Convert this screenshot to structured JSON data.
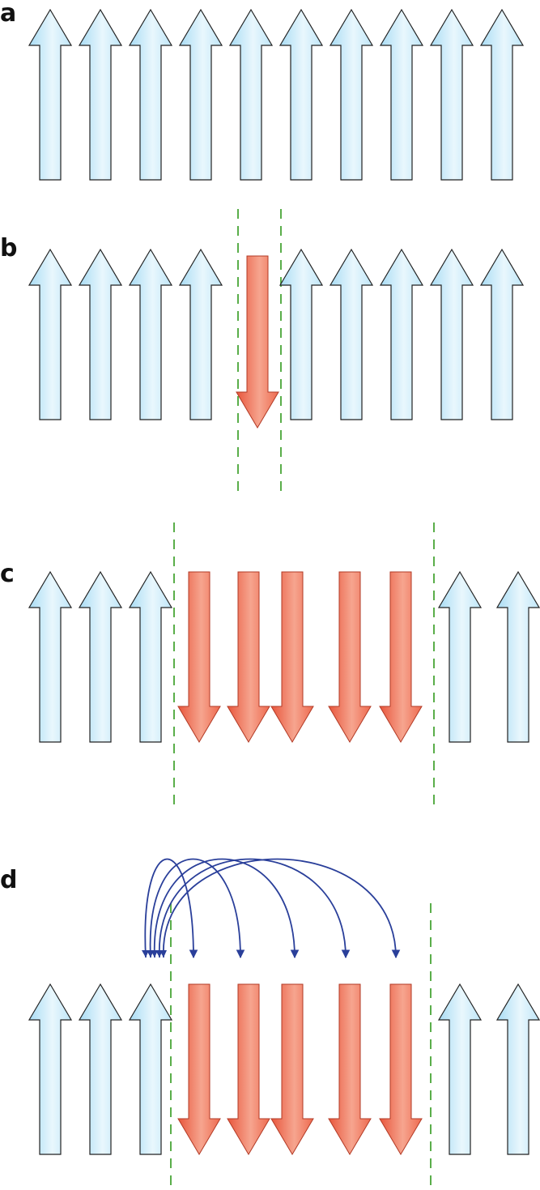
{
  "panels": [
    {
      "label": "a",
      "arrows": [
        "up",
        "up",
        "up",
        "up",
        "up",
        "up",
        "up",
        "up",
        "up",
        "up"
      ],
      "flipped_region": null,
      "interactions": false
    },
    {
      "label": "b",
      "arrows": [
        "up",
        "up",
        "up",
        "up",
        "down",
        "up",
        "up",
        "up",
        "up",
        "up"
      ],
      "flipped_region": "single",
      "interactions": false
    },
    {
      "label": "c",
      "arrows": [
        "up",
        "up",
        "up",
        "down",
        "down",
        "down",
        "down",
        "down",
        "up",
        "up"
      ],
      "flipped_region": "domain",
      "interactions": false
    },
    {
      "label": "d",
      "arrows": [
        "up",
        "up",
        "up",
        "down",
        "down",
        "down",
        "down",
        "down",
        "up",
        "up"
      ],
      "flipped_region": "domain",
      "interactions": true
    }
  ],
  "colors": {
    "up_arrow_fill": "#bfe6f8",
    "up_arrow_highlight": "#e9f7fd",
    "down_arrow_fill": "#ee6a4f",
    "down_arrow_highlight": "#f6a58f",
    "outline": "#222222",
    "boundary_line": "#5aae4a",
    "interaction_arc": "#2a3f9a"
  },
  "icons": {
    "up_arrow": "arrow-up-icon",
    "down_arrow": "arrow-down-icon"
  }
}
